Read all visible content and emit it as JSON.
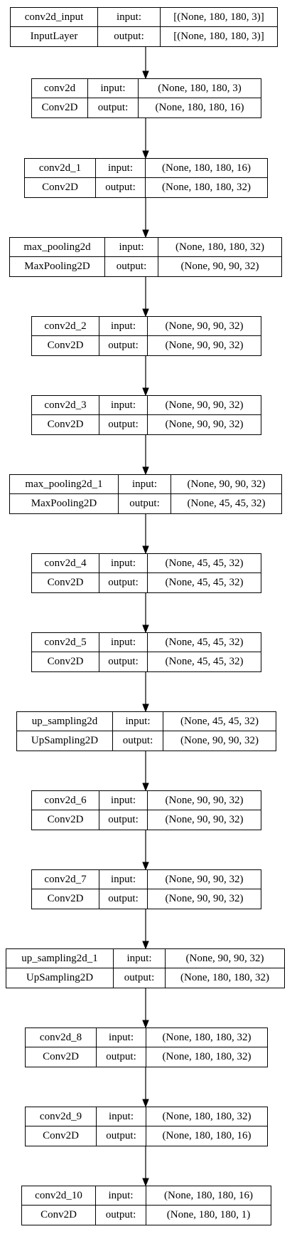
{
  "layers": [
    {
      "name": "conv2d_input",
      "type": "InputLayer",
      "input_label": "input:",
      "output_label": "output:",
      "input_shape": "[(None, 180, 180, 3)]",
      "output_shape": "[(None, 180, 180, 3)]"
    },
    {
      "name": "conv2d",
      "type": "Conv2D",
      "input_label": "input:",
      "output_label": "output:",
      "input_shape": "(None, 180, 180, 3)",
      "output_shape": "(None, 180, 180, 16)"
    },
    {
      "name": "conv2d_1",
      "type": "Conv2D",
      "input_label": "input:",
      "output_label": "output:",
      "input_shape": "(None, 180, 180, 16)",
      "output_shape": "(None, 180, 180, 32)"
    },
    {
      "name": "max_pooling2d",
      "type": "MaxPooling2D",
      "input_label": "input:",
      "output_label": "output:",
      "input_shape": "(None, 180, 180, 32)",
      "output_shape": "(None, 90, 90, 32)"
    },
    {
      "name": "conv2d_2",
      "type": "Conv2D",
      "input_label": "input:",
      "output_label": "output:",
      "input_shape": "(None, 90, 90, 32)",
      "output_shape": "(None, 90, 90, 32)"
    },
    {
      "name": "conv2d_3",
      "type": "Conv2D",
      "input_label": "input:",
      "output_label": "output:",
      "input_shape": "(None, 90, 90, 32)",
      "output_shape": "(None, 90, 90, 32)"
    },
    {
      "name": "max_pooling2d_1",
      "type": "MaxPooling2D",
      "input_label": "input:",
      "output_label": "output:",
      "input_shape": "(None, 90, 90, 32)",
      "output_shape": "(None, 45, 45, 32)"
    },
    {
      "name": "conv2d_4",
      "type": "Conv2D",
      "input_label": "input:",
      "output_label": "output:",
      "input_shape": "(None, 45, 45, 32)",
      "output_shape": "(None, 45, 45, 32)"
    },
    {
      "name": "conv2d_5",
      "type": "Conv2D",
      "input_label": "input:",
      "output_label": "output:",
      "input_shape": "(None, 45, 45, 32)",
      "output_shape": "(None, 45, 45, 32)"
    },
    {
      "name": "up_sampling2d",
      "type": "UpSampling2D",
      "input_label": "input:",
      "output_label": "output:",
      "input_shape": "(None, 45, 45, 32)",
      "output_shape": "(None, 90, 90, 32)"
    },
    {
      "name": "conv2d_6",
      "type": "Conv2D",
      "input_label": "input:",
      "output_label": "output:",
      "input_shape": "(None, 90, 90, 32)",
      "output_shape": "(None, 90, 90, 32)"
    },
    {
      "name": "conv2d_7",
      "type": "Conv2D",
      "input_label": "input:",
      "output_label": "output:",
      "input_shape": "(None, 90, 90, 32)",
      "output_shape": "(None, 90, 90, 32)"
    },
    {
      "name": "up_sampling2d_1",
      "type": "UpSampling2D",
      "input_label": "input:",
      "output_label": "output:",
      "input_shape": "(None, 90, 90, 32)",
      "output_shape": "(None, 180, 180, 32)"
    },
    {
      "name": "conv2d_8",
      "type": "Conv2D",
      "input_label": "input:",
      "output_label": "output:",
      "input_shape": "(None, 180, 180, 32)",
      "output_shape": "(None, 180, 180, 32)"
    },
    {
      "name": "conv2d_9",
      "type": "Conv2D",
      "input_label": "input:",
      "output_label": "output:",
      "input_shape": "(None, 180, 180, 32)",
      "output_shape": "(None, 180, 180, 16)"
    },
    {
      "name": "conv2d_10",
      "type": "Conv2D",
      "input_label": "input:",
      "output_label": "output:",
      "input_shape": "(None, 180, 180, 16)",
      "output_shape": "(None, 180, 180, 1)"
    }
  ]
}
